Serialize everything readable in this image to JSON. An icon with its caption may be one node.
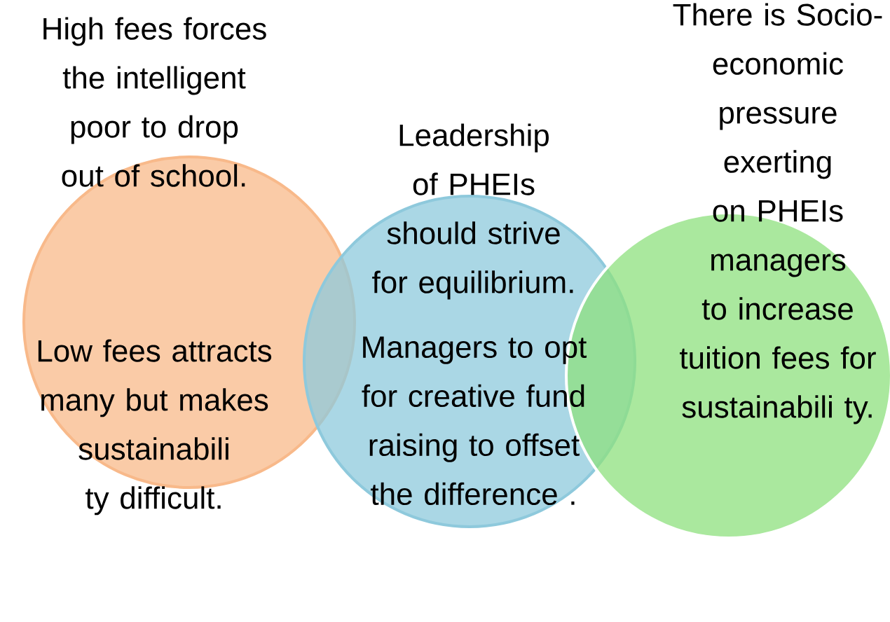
{
  "diagram": {
    "nodes": [
      {
        "text": [
          "High fees forces the intelligent poor to drop out of school.",
          "Low fees attracts many but makes sustainabili ty difficult."
        ]
      },
      {
        "text": [
          "Leadership of PHEIs should strive for equilibrium.",
          "Managers to opt for creative fund raising to offset the difference ."
        ]
      },
      {
        "text": [
          "There is Socio- economic pressure exerting on PHEIs managers to increase tuition fees for sustainabili ty."
        ]
      }
    ]
  }
}
